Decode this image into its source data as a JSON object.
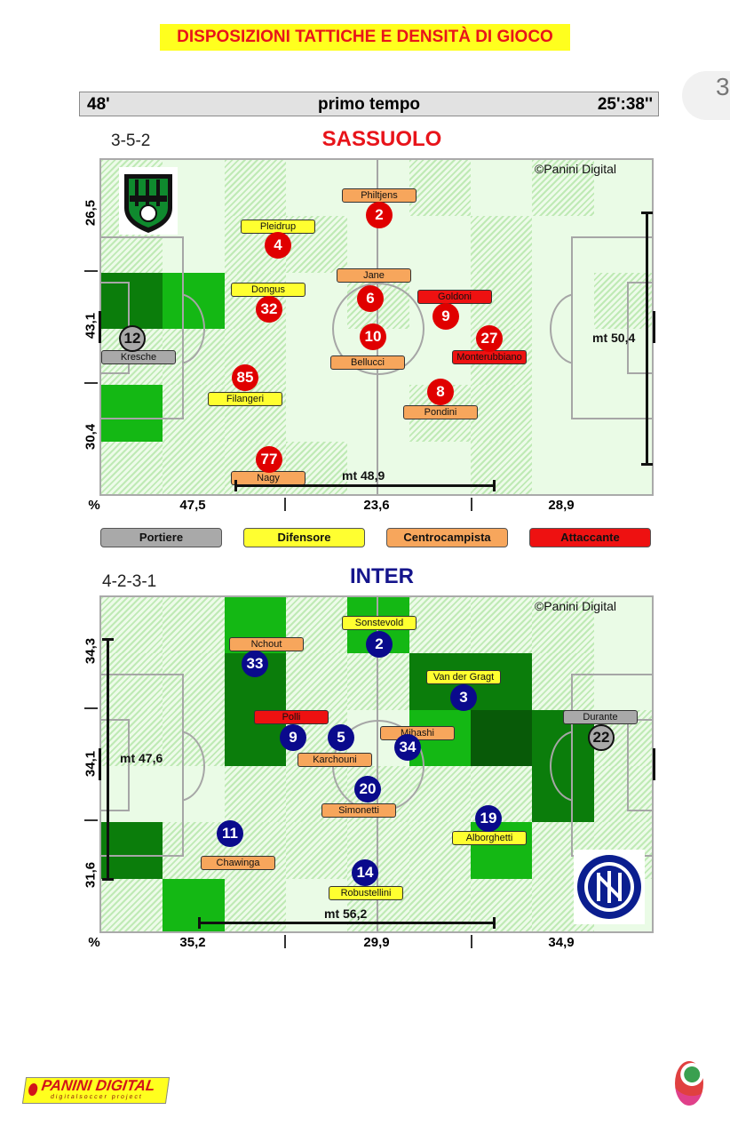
{
  "header": {
    "title": "DISPOSIZIONI TATTICHE E DENSITÀ DI GIOCO",
    "page_number": "3",
    "minute": "48'",
    "period": "primo tempo",
    "possession_time": "25':38''"
  },
  "colors": {
    "portiere": "#a9a9a9",
    "difensore": "#ffff30",
    "centrocampista": "#f7a65c",
    "attaccante": "#ee1111",
    "home_circle": "#e00000",
    "away_circle": "#0a0a8c"
  },
  "legend": [
    {
      "label": "Portiere",
      "role": "portiere"
    },
    {
      "label": "Difensore",
      "role": "difensore"
    },
    {
      "label": "Centrocampista",
      "role": "centrocampista"
    },
    {
      "label": "Attaccante",
      "role": "attaccante"
    }
  ],
  "teams": [
    {
      "name": "SASSUOLO",
      "formation": "3-5-2",
      "copyright": "©Panini Digital",
      "color": "#e8141a",
      "left_pct": [
        "26,5",
        "43,1",
        "30,4"
      ],
      "bottom_pct_symbol": "%",
      "bottom_pct": [
        "47,5",
        "23,6",
        "28,9"
      ],
      "width_label": "mt 50,4",
      "length_label": "mt 48,9",
      "density": [
        [
          1,
          0,
          1,
          0,
          0,
          1,
          0,
          1,
          0
        ],
        [
          1,
          0,
          1,
          1,
          0,
          0,
          1,
          0,
          0
        ],
        [
          3,
          2,
          1,
          0,
          1,
          0,
          1,
          0,
          1
        ],
        [
          1,
          1,
          1,
          0,
          0,
          0,
          1,
          0,
          0
        ],
        [
          2,
          1,
          1,
          0,
          0,
          1,
          1,
          0,
          0
        ],
        [
          1,
          1,
          1,
          1,
          0,
          0,
          1,
          0,
          0
        ]
      ],
      "players": [
        {
          "number": "2",
          "name": "Philtjens",
          "role": "centrocampista"
        },
        {
          "number": "4",
          "name": "Pleidrup",
          "role": "difensore"
        },
        {
          "number": "6",
          "name": "Jane",
          "role": "centrocampista"
        },
        {
          "number": "32",
          "name": "Dongus",
          "role": "difensore"
        },
        {
          "number": "9",
          "name": "Goldoni",
          "role": "attaccante"
        },
        {
          "number": "12",
          "name": "Kresche",
          "role": "portiere"
        },
        {
          "number": "10",
          "name": "Bellucci",
          "role": "centrocampista"
        },
        {
          "number": "27",
          "name": "Monterubbiano",
          "role": "attaccante"
        },
        {
          "number": "85",
          "name": "Filangeri",
          "role": "difensore"
        },
        {
          "number": "8",
          "name": "Pondini",
          "role": "centrocampista"
        },
        {
          "number": "77",
          "name": "Nagy",
          "role": "centrocampista"
        }
      ]
    },
    {
      "name": "INTER",
      "formation": "4-2-3-1",
      "copyright": "©Panini Digital",
      "color": "#15158c",
      "left_pct": [
        "34,3",
        "34,1",
        "31,6"
      ],
      "bottom_pct_symbol": "%",
      "bottom_pct": [
        "35,2",
        "29,9",
        "34,9"
      ],
      "width_label": "mt 47,6",
      "length_label": "mt 56,2",
      "density": [
        [
          1,
          1,
          2,
          1,
          2,
          1,
          1,
          1,
          0
        ],
        [
          1,
          1,
          3,
          1,
          1,
          3,
          3,
          1,
          0
        ],
        [
          1,
          1,
          3,
          1,
          0,
          2,
          4,
          3,
          1
        ],
        [
          0,
          0,
          1,
          1,
          1,
          1,
          1,
          3,
          1
        ],
        [
          3,
          1,
          1,
          1,
          1,
          1,
          2,
          1,
          1
        ],
        [
          1,
          2,
          1,
          0,
          1,
          1,
          1,
          1,
          0
        ]
      ],
      "players": [
        {
          "number": "2",
          "name": "Sonstevold",
          "role": "difensore"
        },
        {
          "number": "33",
          "name": "Nchout",
          "role": "centrocampista"
        },
        {
          "number": "3",
          "name": "Van der Gragt",
          "role": "difensore"
        },
        {
          "number": "9",
          "name": "Polli",
          "role": "attaccante"
        },
        {
          "number": "5",
          "name": "Karchouni",
          "role": "centrocampista"
        },
        {
          "number": "34",
          "name": "Mihashi",
          "role": "centrocampista"
        },
        {
          "number": "22",
          "name": "Durante",
          "role": "portiere"
        },
        {
          "number": "20",
          "name": "Simonetti",
          "role": "centrocampista"
        },
        {
          "number": "11",
          "name": "Chawinga",
          "role": "centrocampista"
        },
        {
          "number": "19",
          "name": "Alborghetti",
          "role": "difensore"
        },
        {
          "number": "14",
          "name": "Robustellini",
          "role": "difensore"
        }
      ]
    }
  ],
  "footer": {
    "brand": "PANINI DIGITAL",
    "tagline": "digitalsoccer project"
  }
}
